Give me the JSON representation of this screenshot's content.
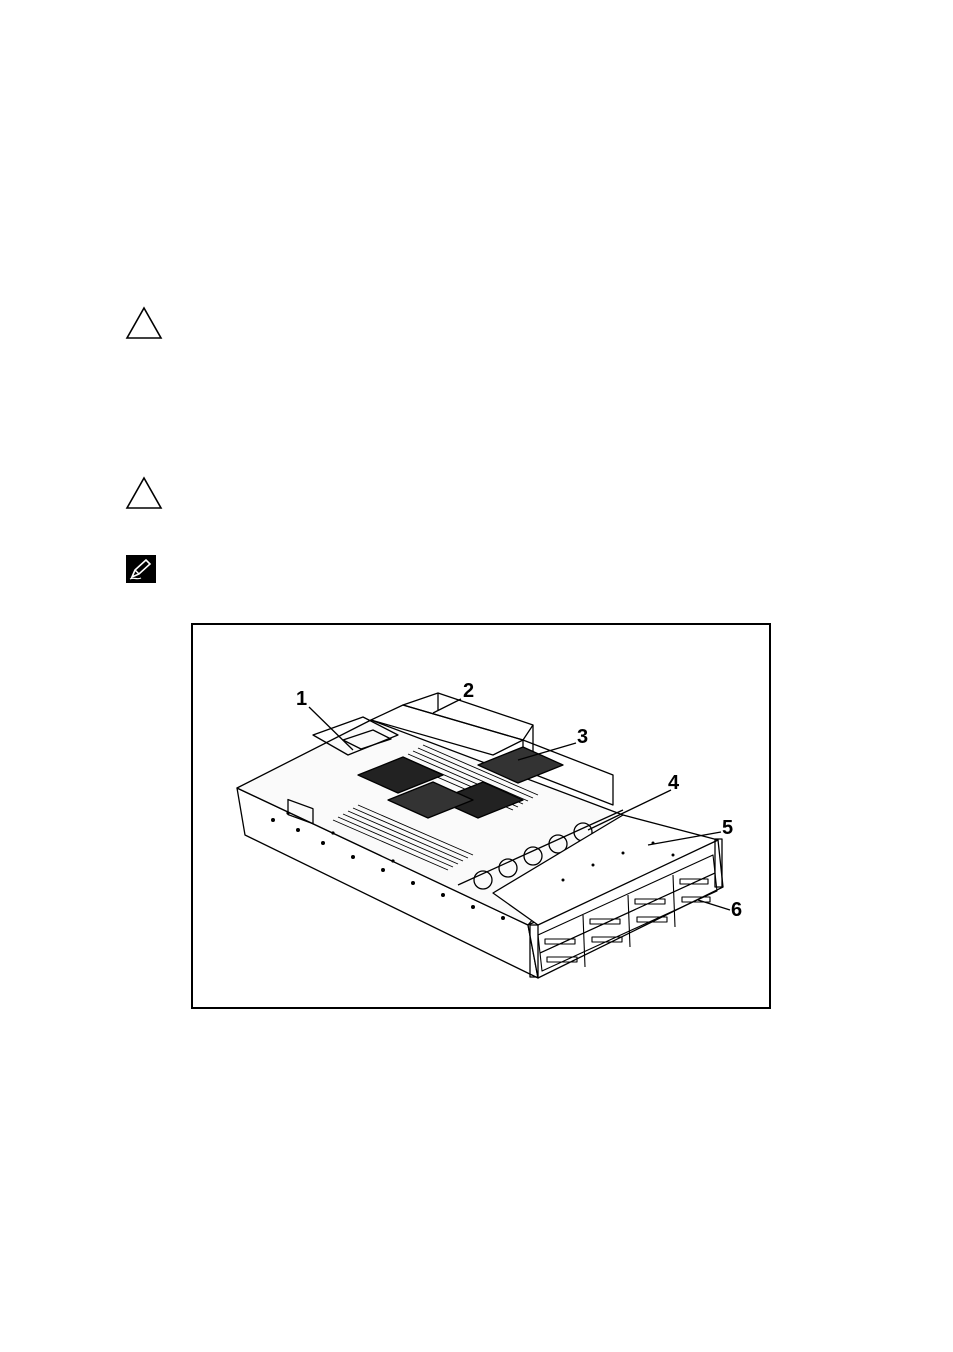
{
  "caution_icons": [
    {
      "icon": "caution-triangle-icon"
    },
    {
      "icon": "caution-triangle-icon"
    }
  ],
  "note_icon": {
    "icon": "note-pencil-icon"
  },
  "figure": {
    "callouts": [
      "1",
      "2",
      "3",
      "4",
      "5",
      "6"
    ]
  }
}
